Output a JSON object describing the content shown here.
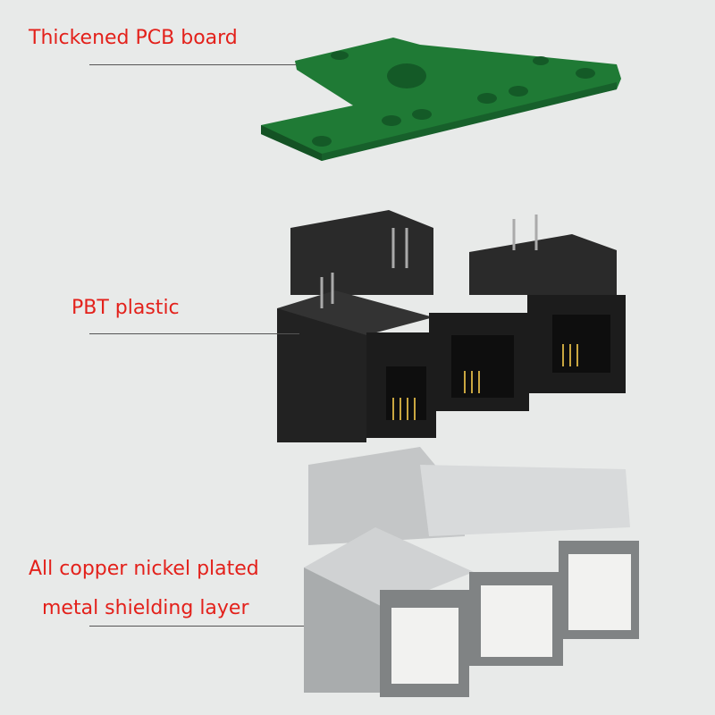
{
  "labels": {
    "pcb": "Thickened PCB board",
    "plastic": "PBT plastic",
    "shield_line1": "All copper nickel plated",
    "shield_line2": "metal shielding layer"
  },
  "colors": {
    "label": "#e3211b",
    "pcb": "#1f7a35",
    "plastic": "#1e1e1e",
    "metal": "#b9bcbd",
    "background": "#e8eae9"
  }
}
